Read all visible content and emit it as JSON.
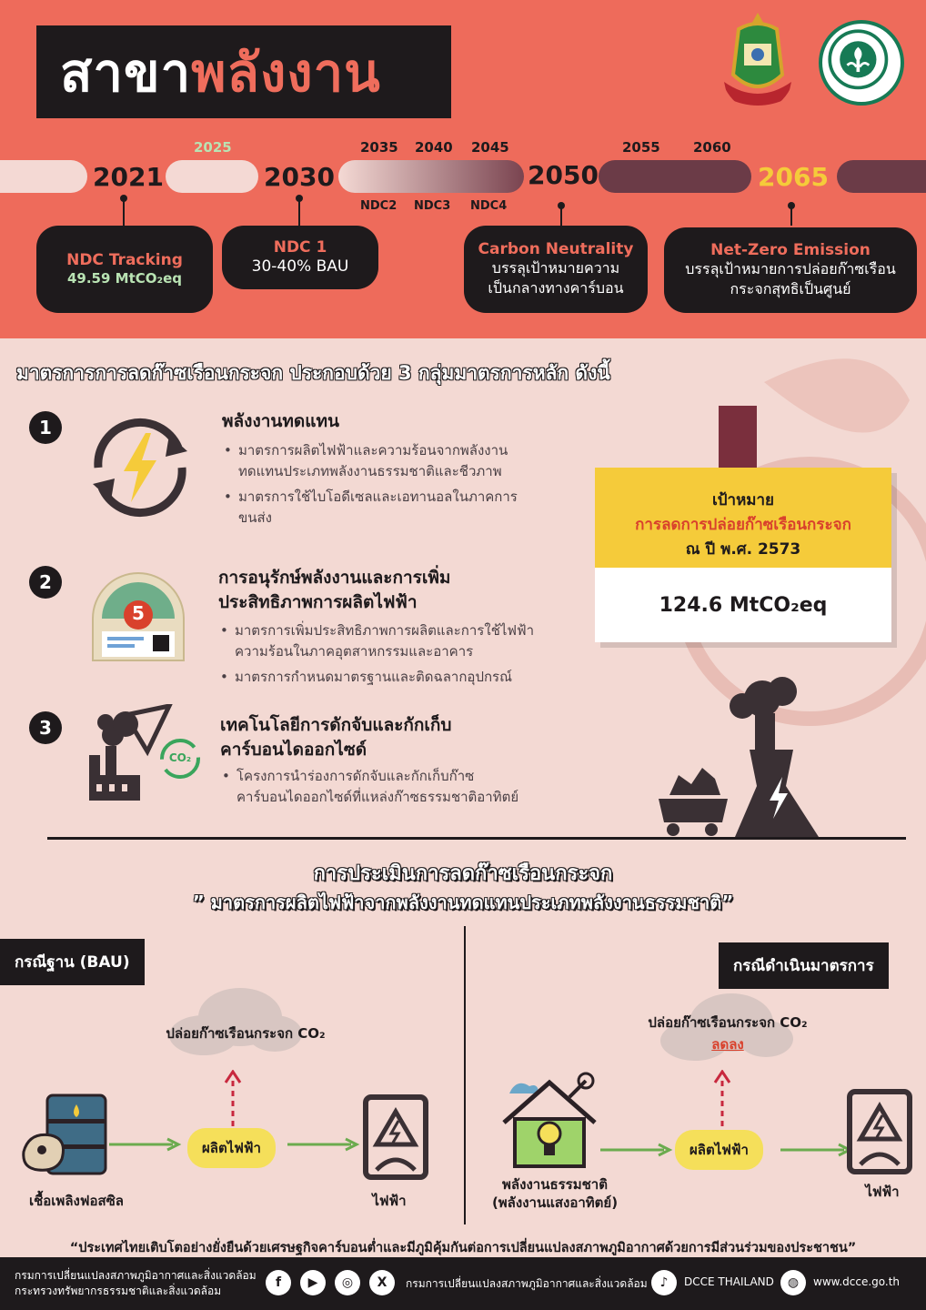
{
  "header": {
    "title_part1": "สาขา",
    "title_part2": "พลังงาน"
  },
  "timeline": {
    "years_major": [
      "2021",
      "2030",
      "2050",
      "2065"
    ],
    "year_2025": "2025",
    "years_small": [
      "2035",
      "2040",
      "2045",
      "2055",
      "2060"
    ],
    "ndc_labels": [
      "NDC2",
      "NDC3",
      "NDC4"
    ],
    "milestones": [
      {
        "title": "NDC Tracking",
        "sub": "49.59 MtCO₂eq"
      },
      {
        "title": "NDC 1",
        "sub": "30-40% BAU"
      },
      {
        "title": "Carbon Neutrality",
        "sub": "บรรลุเป้าหมายความเป็นกลางทางคาร์บอน"
      },
      {
        "title": "Net-Zero Emission",
        "sub": "บรรลุเป้าหมายการปล่อยก๊าซเรือนกระจกสุทธิเป็นศูนย์"
      }
    ]
  },
  "measures": {
    "heading": "มาตรการการลดก๊าซเรือนกระจก ประกอบด้วย 3 กลุ่มมาตรการหลัก  ดังนี้",
    "items": [
      {
        "number": "1",
        "title": "พลังงานทดแทน",
        "bullets": [
          "มาตรการผลิตไฟฟ้าและความร้อนจากพลังงานทดแทนประเภทพลังงานธรรมชาติและชีวภาพ",
          "มาตรการใช้ไบโอดีเซลและเอทานอลในภาคการขนส่ง"
        ]
      },
      {
        "number": "2",
        "title": "การอนุรักษ์พลังงานและการเพิ่มประสิทธิภาพการผลิตไฟฟ้า",
        "bullets": [
          "มาตรการเพิ่มประสิทธิภาพการผลิตและการใช้ไฟฟ้า ความร้อนในภาคอุตสาหกรรมและอาคาร",
          "มาตรการกำหนดมาตรฐานและติดฉลากอุปกรณ์"
        ]
      },
      {
        "number": "3",
        "title": "เทคโนโลยีการดักจับและกักเก็บคาร์บอนไดออกไซด์",
        "bullets": [
          "โครงการนำร่องการดักจับและกักเก็บก๊าซคาร์บอนไดออกไซด์ที่แหล่งก๊าซธรรมชาติอาทิตย์"
        ]
      }
    ],
    "label_badge_number": "5",
    "co2_icon_text": "CO₂"
  },
  "target": {
    "line1": "เป้าหมาย",
    "line2": "การลดการปล่อยก๊าซเรือนกระจก",
    "line3": "ณ ปี พ.ศ. 2573",
    "value": "124.6 MtCO₂eq"
  },
  "assessment": {
    "title": "การประเมินการลดก๊าซเรือนกระจก",
    "subtitle": "” มาตรการผลิตไฟฟ้าจากพลังงานทดแทนประเภทพลังงานธรรมชาติ”",
    "bau": {
      "label": "กรณีฐาน (BAU)",
      "emission": "ปล่อยก๊าซเรือนกระจก CO₂",
      "process": "ผลิตไฟฟ้า",
      "source": "เชื้อเพลิงฟอสซิล",
      "output": "ไฟฟ้า"
    },
    "measure": {
      "label": "กรณีดำเนินมาตรการ",
      "emission": "ปล่อยก๊าซเรือนกระจก CO₂",
      "reduced": "ลดลง",
      "process": "ผลิตไฟฟ้า",
      "source_line1": "พลังงานธรรมชาติ",
      "source_line2": "(พลังงานแสงอาทิตย์)",
      "output": "ไฟฟ้า"
    }
  },
  "footer": {
    "quote": "“ประเทศไทยเติบโตอย่างยั่งยืนด้วยเศรษฐกิจคาร์บอนต่ำและมีภูมิคุ้มกันต่อการเปลี่ยนแปลงสภาพภูมิอากาศด้วยการมีส่วนร่วมของประชาชน”",
    "org_line1": "กรมการเปลี่ยนแปลงสภาพภูมิอากาศและสิ่งแวดล้อม",
    "org_line2": "กระทรวงทรัพยากรธรรมชาติและสิ่งแวดล้อม",
    "social_name": "กรมการเปลี่ยนแปลงสภาพภูมิอากาศและสิ่งแวดล้อม",
    "tiktok": "DCCE  THAILAND",
    "website": "www.dcce.go.th",
    "icons": [
      "facebook-icon",
      "youtube-icon",
      "instagram-icon",
      "x-icon",
      "tiktok-icon",
      "web-icon"
    ]
  },
  "colors": {
    "header_bg": "#ee6b5b",
    "page_bg": "#f3d9d3",
    "dark": "#1e1a1c",
    "accent_yellow": "#f5cb3a",
    "accent_red": "#d9412c",
    "maroon": "#7a2f3d"
  }
}
